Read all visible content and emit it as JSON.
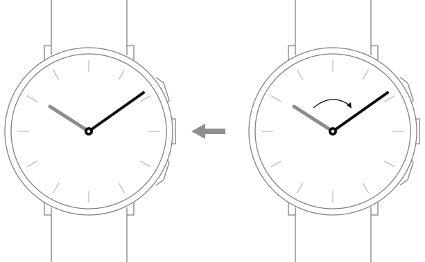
{
  "figure": {
    "description_free": true,
    "colors": {
      "outline": "#7f7f7f",
      "tick": "#bdbdbd",
      "hour_hand": "#8c8c8c",
      "minute_hand": "#0d0d0d",
      "arrow": "#8f8f8f",
      "background": "#ffffff"
    },
    "watches": [
      {
        "id": "left",
        "minute_hand": "black",
        "hour_hand": "grey",
        "rotation_arrow": false
      },
      {
        "id": "right",
        "minute_hand": "black",
        "hour_hand": "grey",
        "rotation_arrow": true
      }
    ],
    "icons": [
      "watch-icon",
      "left-arrow-icon",
      "curved-arrow-icon"
    ]
  }
}
